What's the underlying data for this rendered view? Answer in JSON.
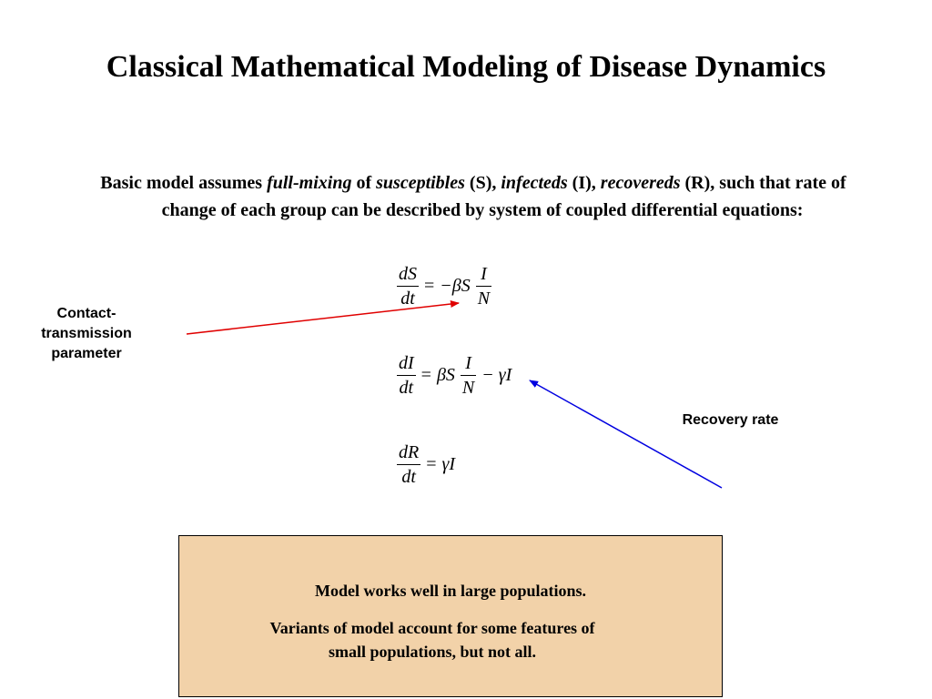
{
  "title": "Classical Mathematical Modeling of Disease Dynamics",
  "intro": {
    "p1": "Basic model assumes ",
    "full_mixing": "full-mixing",
    "p2": " of ",
    "susceptibles": "susceptibles",
    "p3": " (S), ",
    "infecteds": "infecteds",
    "p4": " (I), ",
    "recovereds": "recovereds",
    "p5": " (R), such that rate of change of each group can be described by system of coupled differential equations:"
  },
  "equations": {
    "s": {
      "num": "dS",
      "den": "dt",
      "eq": "=",
      "rhs_pre": "−βS",
      "frac_num": "I",
      "frac_den": "N"
    },
    "i": {
      "num": "dI",
      "den": "dt",
      "eq": "=",
      "rhs_pre": "βS",
      "frac_num": "I",
      "frac_den": "N",
      "rhs_post": "− γI"
    },
    "r": {
      "num": "dR",
      "den": "dt",
      "eq": "=",
      "rhs": "γI"
    }
  },
  "labels": {
    "contact": "Contact-transmission parameter",
    "recovery": "Recovery rate"
  },
  "box": {
    "line1": "Model works well in large populations.",
    "line2": "Variants of model account for some features of small populations, but not all."
  },
  "colors": {
    "contact_arrow": "#e00000",
    "recovery_arrow": "#0000e0",
    "box_fill": "#f2d2a9"
  }
}
